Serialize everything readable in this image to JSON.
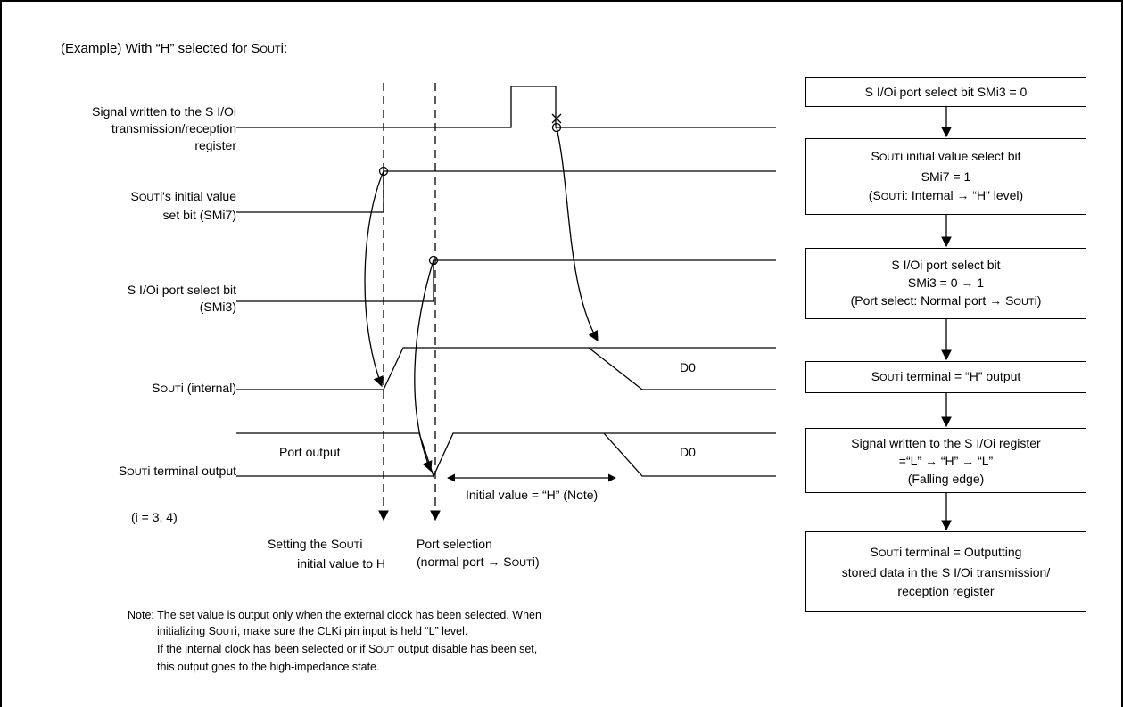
{
  "header": "(Example) With “H” selected for S",
  "header_sub": "OUT",
  "header_end": "i:",
  "signals": {
    "sig1": {
      "l1": "Signal written to the S I/Oi",
      "l2": "transmission/reception",
      "l3": "register"
    },
    "sig2": {
      "pre": "S",
      "sc": "OUT",
      "l1": "i's initial value",
      "l2": "set bit (SMi7)"
    },
    "sig3": {
      "l1": "S I/Oi port select bit",
      "l2": "(SMi3)"
    },
    "sig4": {
      "pre": "S",
      "sc": "OUT",
      "post": "i (internal)"
    },
    "sig5": {
      "pre": "S",
      "sc": "OUT",
      "post": "i terminal output"
    }
  },
  "index_note": "(i = 3, 4)",
  "waveform_labels": {
    "d0_internal": "D0",
    "d0_terminal": "D0",
    "port_output": "Port output",
    "initial_value": "Initial value = “H” (Note)"
  },
  "markers": {
    "setting": {
      "l1_pre": "Setting the S",
      "sc": "OUT",
      "l1_post": "i",
      "l2": "initial value to H"
    },
    "port": {
      "l1": "Port selection",
      "l2_pre": "(normal port → S",
      "sc": "OUT",
      "l2_post": "i)"
    }
  },
  "flow": [
    {
      "l1": "S I/Oi port select bit SMi3 = 0"
    },
    {
      "l1_pre": "S",
      "l1_sc": "OUT",
      "l1_post": "i initial value select bit",
      "l2": "SMi7 = 1",
      "l3_pre": "(S",
      "l3_sc": "OUT",
      "l3_post": "i: Internal → “H” level)"
    },
    {
      "l1": "S I/Oi port select bit",
      "l2": "SMi3 = 0 → 1",
      "l3_pre": "(Port select: Normal port → S",
      "l3_sc": "OUT",
      "l3_post": "i)"
    },
    {
      "l1_pre": "S",
      "l1_sc": "OUT",
      "l1_post": "i terminal = “H” output"
    },
    {
      "l1": "Signal written to the S I/Oi register",
      "l2": "=“L” → “H” → “L”",
      "l3": "(Falling edge)"
    },
    {
      "l1_pre": "S",
      "l1_sc": "OUT",
      "l1_post": "i terminal = Outputting",
      "l2": "stored data in the S I/Oi transmission/",
      "l3": "reception register"
    }
  ],
  "note": {
    "l1": "Note: The set value is output only when the external clock has been selected. When",
    "l2_pre": "initializing S",
    "l2_sc": "OUT",
    "l2_post": "i, make sure the CLKi pin input is held “L” level.",
    "l3_pre": "If the internal clock has been selected or if S",
    "l3_sc": "OUT",
    "l3_post": " output disable has been set,",
    "l4": "this output goes to the high-impedance state."
  }
}
